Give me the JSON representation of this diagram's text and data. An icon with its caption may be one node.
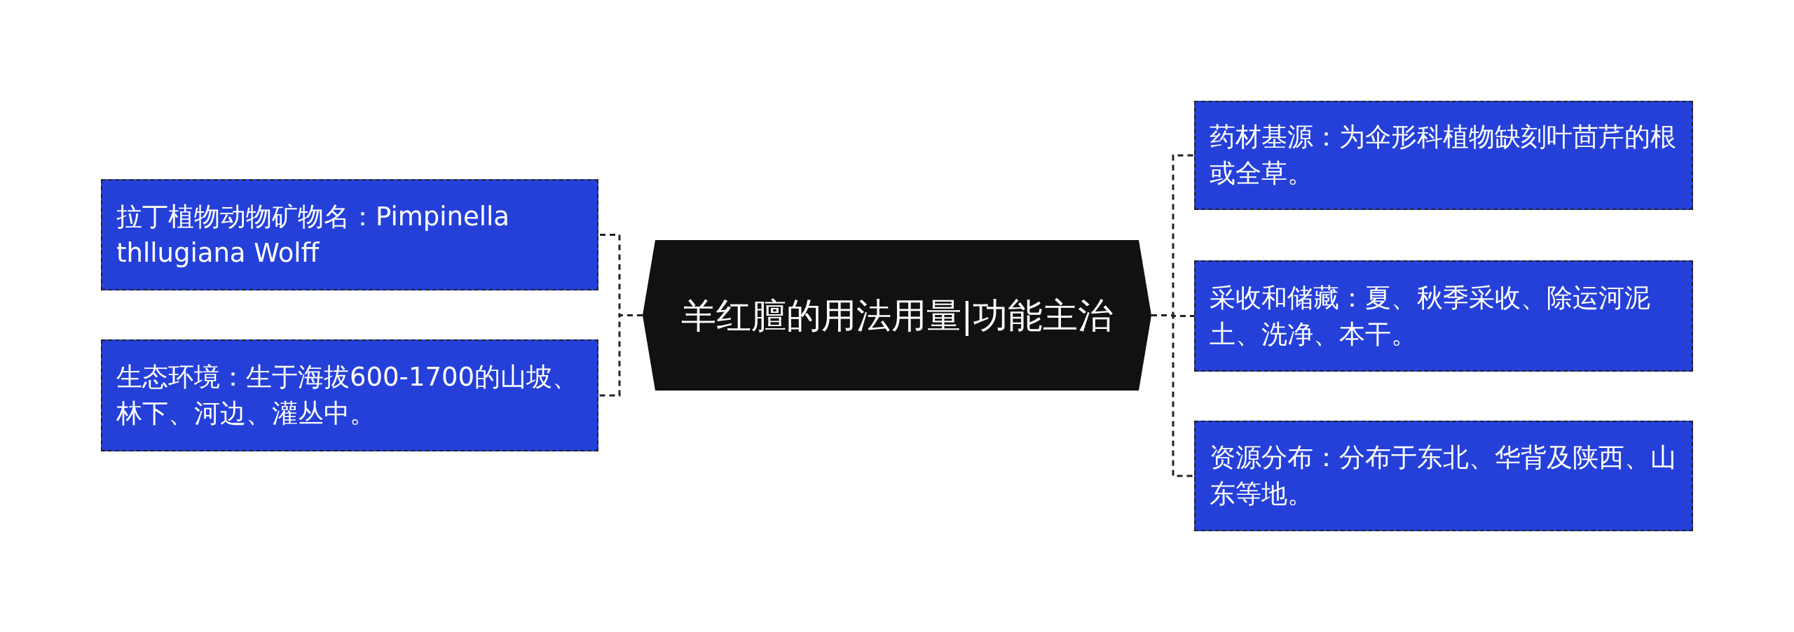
{
  "diagram": {
    "nodes": [
      {
        "text": [
          "羊红膻的用法用量|功能主治"
        ]
      },
      {
        "text": [
          "拉丁植物动物矿物名：Pimpinella thllugiana Wolff"
        ]
      },
      {
        "text": [
          "生态环境：生于海拔600-1700的山坡、林下、河边、灌丛中。"
        ]
      },
      {
        "text": [
          "药材基源：为伞形科植物缺刻叶茴芹的根或全草。"
        ]
      },
      {
        "text": [
          "采收和储藏：夏、秋季采收、除运河泥土、洗净、本干。"
        ]
      },
      {
        "text": [
          "资源分布：分布于东北、华背及陕西、山东等地。"
        ]
      }
    ],
    "edges": [
      {
        "from": 0,
        "to": 1,
        "arrow": "none",
        "style": "dashed"
      },
      {
        "from": 0,
        "to": 2,
        "arrow": "none",
        "style": "dashed"
      },
      {
        "from": 0,
        "to": 3,
        "arrow": "none",
        "style": "dashed"
      },
      {
        "from": 0,
        "to": 4,
        "arrow": "none",
        "style": "dashed"
      },
      {
        "from": 0,
        "to": 5,
        "arrow": "none",
        "style": "dashed"
      }
    ]
  }
}
